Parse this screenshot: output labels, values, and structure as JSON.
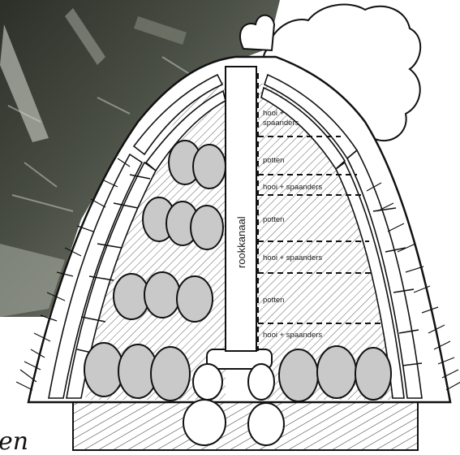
{
  "diagram": {
    "chimney_label": "rookkanaal",
    "layers": [
      {
        "label": "hooi +",
        "label2": "spaanders"
      },
      {
        "label": "potten"
      },
      {
        "label": "hooi + spaanders"
      },
      {
        "label": "potten"
      },
      {
        "label": "hooi + spaanders"
      },
      {
        "label": "potten"
      },
      {
        "label": "hooi + spaanders"
      }
    ],
    "corner_fragment": "en"
  }
}
